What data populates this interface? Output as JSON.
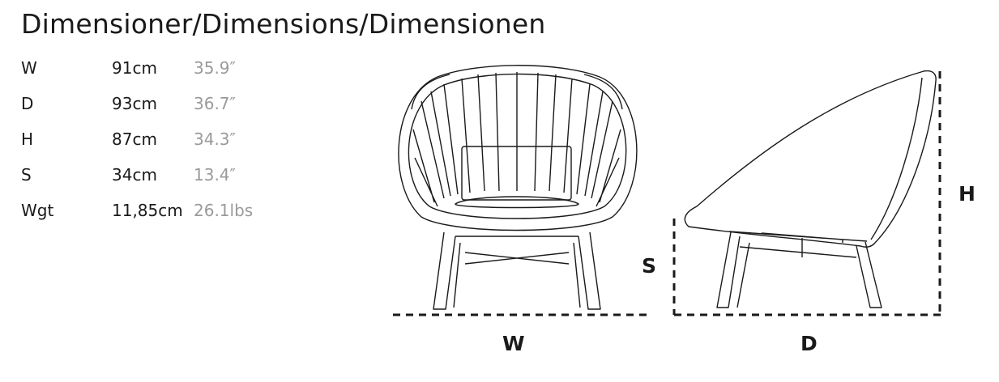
{
  "title": "Dimensioner/Dimensions/Dimensionen",
  "specs": [
    {
      "label": "W",
      "metric": "91cm",
      "imperial": "35.9″"
    },
    {
      "label": "D",
      "metric": "93cm",
      "imperial": "36.7″"
    },
    {
      "label": "H",
      "metric": "87cm",
      "imperial": "34.3″"
    },
    {
      "label": "S",
      "metric": "34cm",
      "imperial": "13.4″"
    },
    {
      "label": "Wgt",
      "metric": "11,85cm",
      "imperial": "26.1lbs"
    }
  ],
  "dimension_labels": {
    "width": "W",
    "depth": "D",
    "height": "H",
    "seat": "S"
  },
  "colors": {
    "text": "#1a1a1a",
    "imperial": "#9a9a9a",
    "line": "#1a1a1a"
  }
}
